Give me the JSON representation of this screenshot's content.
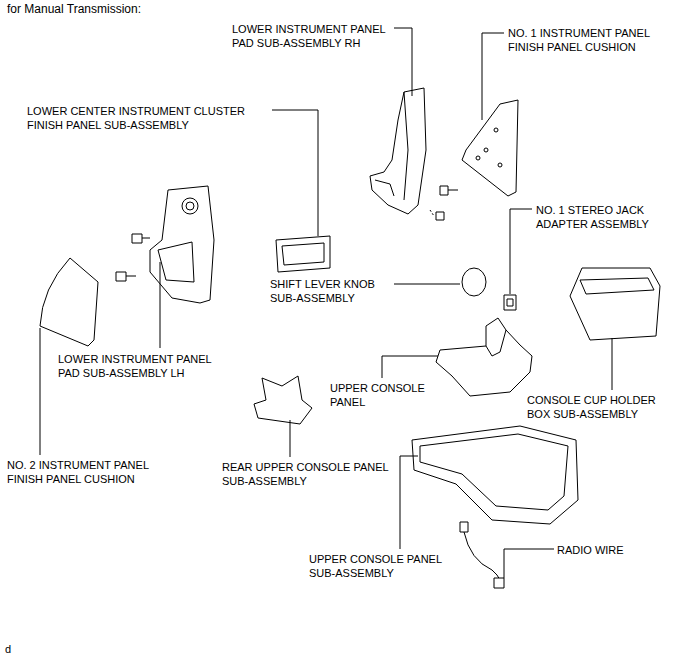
{
  "diagram": {
    "title": "for Manual Transmission:",
    "labels": [
      "LOWER INSTRUMENT PANEL PAD SUB-ASSEMBLY RH",
      "NO. 1 INSTRUMENT PANEL FINISH PANEL CUSHION",
      "LOWER CENTER INSTRUMENT CLUSTER FINISH PANEL SUB-ASSEMBLY",
      "NO. 1 STEREO JACK ADAPTER ASSEMBLY",
      "SHIFT LEVER KNOB SUB-ASSEMBLY",
      "LOWER INSTRUMENT PANEL PAD SUB-ASSEMBLY LH",
      "UPPER CONSOLE PANEL",
      "CONSOLE CUP HOLDER BOX SUB-ASSEMBLY",
      "NO. 2 INSTRUMENT PANEL FINISH PANEL CUSHION",
      "REAR UPPER CONSOLE PANEL SUB-ASSEMBLY",
      "UPPER CONSOLE PANEL SUB-ASSEMBLY",
      "RADIO WIRE",
      "d"
    ]
  }
}
